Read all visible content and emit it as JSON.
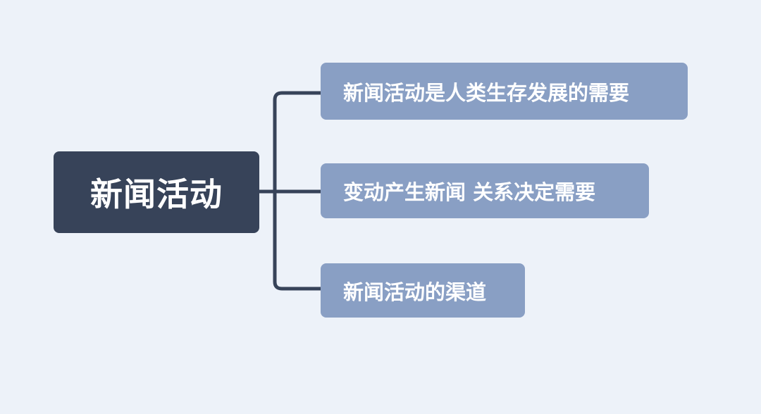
{
  "mindmap": {
    "root": {
      "label": "新闻活动"
    },
    "children": [
      {
        "label": "新闻活动是人类生存发展的需要"
      },
      {
        "label": "变动产生新闻 关系决定需要"
      },
      {
        "label": "新闻活动的渠道"
      }
    ],
    "colors": {
      "background": "#edf2f9",
      "root_fill": "#374359",
      "child_fill": "#899fc4",
      "connector": "#374359",
      "text": "#ffffff"
    }
  }
}
